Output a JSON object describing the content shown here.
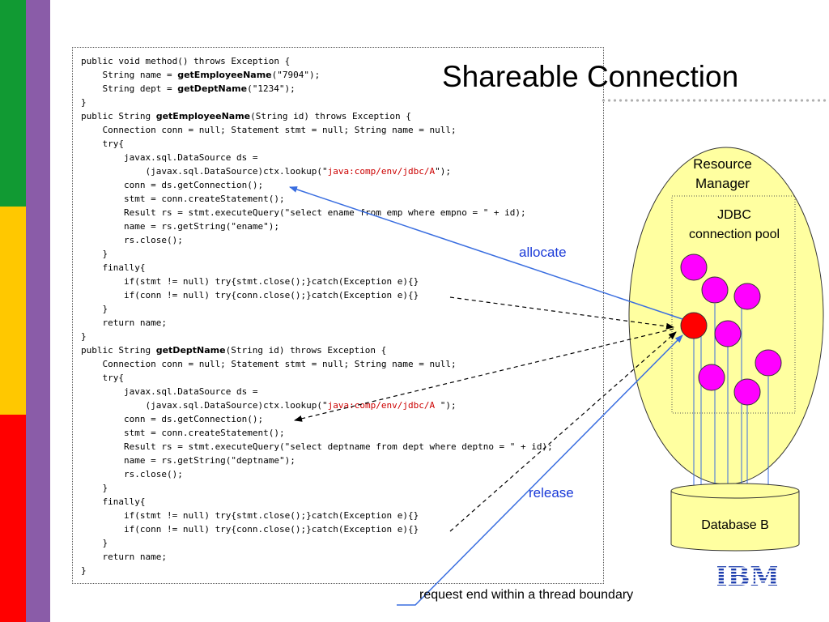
{
  "title": "Shareable Connection",
  "code_lines": [
    [
      {
        "t": "public void method() throws Exception {"
      }
    ],
    [
      {
        "t": "    String name = "
      },
      {
        "t": "getEmployeeName",
        "b": true
      },
      {
        "t": "(\"7904\");"
      }
    ],
    [
      {
        "t": "    String dept = "
      },
      {
        "t": "getDeptName",
        "b": true
      },
      {
        "t": "(\"1234\");"
      }
    ],
    [
      {
        "t": "}"
      }
    ],
    [
      {
        "t": "public String "
      },
      {
        "t": "getEmployeeName",
        "b": true
      },
      {
        "t": "(String id) throws Exception {"
      }
    ],
    [
      {
        "t": "    Connection conn = null; Statement stmt = null; String name = null;"
      }
    ],
    [
      {
        "t": "    try{"
      }
    ],
    [
      {
        "t": "        javax.sql.DataSource ds ="
      }
    ],
    [
      {
        "t": "            (javax.sql.DataSource)ctx.lookup(\""
      },
      {
        "t": "java:comp/env/jdbc/A",
        "c": "str"
      },
      {
        "t": "\");"
      }
    ],
    [
      {
        "t": "        conn = ds.getConnection();"
      }
    ],
    [
      {
        "t": "        stmt = conn.createStatement();"
      }
    ],
    [
      {
        "t": "        Result rs = stmt.executeQuery(\"select ename from emp where empno = \" + id);"
      }
    ],
    [
      {
        "t": "        name = rs.getString(\"ename\");"
      }
    ],
    [
      {
        "t": "        rs.close();"
      }
    ],
    [
      {
        "t": "    }"
      }
    ],
    [
      {
        "t": "    finally{"
      }
    ],
    [
      {
        "t": "        if(stmt != null) try{stmt.close();}catch(Exception e){}"
      }
    ],
    [
      {
        "t": "        if(conn != null) try{conn.close();}catch(Exception e){}"
      }
    ],
    [
      {
        "t": "    }"
      }
    ],
    [
      {
        "t": "    return name;"
      }
    ],
    [
      {
        "t": "}"
      }
    ],
    [
      {
        "t": "public String "
      },
      {
        "t": "getDeptName",
        "b": true
      },
      {
        "t": "(String id) throws Exception {"
      }
    ],
    [
      {
        "t": "    Connection conn = null; Statement stmt = null; String name = null;"
      }
    ],
    [
      {
        "t": "    try{"
      }
    ],
    [
      {
        "t": "        javax.sql.DataSource ds ="
      }
    ],
    [
      {
        "t": "            (javax.sql.DataSource)ctx.lookup(\""
      },
      {
        "t": "java:comp/env/jdbc/A ",
        "c": "str"
      },
      {
        "t": "\");"
      }
    ],
    [
      {
        "t": "        conn = ds.getConnection();"
      }
    ],
    [
      {
        "t": "        stmt = conn.createStatement();"
      }
    ],
    [
      {
        "t": "        Result rs = stmt.executeQuery(\"select deptname from dept where deptno = \" + id);"
      }
    ],
    [
      {
        "t": "        name = rs.getString(\"deptname\");"
      }
    ],
    [
      {
        "t": "        rs.close();"
      }
    ],
    [
      {
        "t": "    }"
      }
    ],
    [
      {
        "t": "    finally{"
      }
    ],
    [
      {
        "t": "        if(stmt != null) try{stmt.close();}catch(Exception e){}"
      }
    ],
    [
      {
        "t": "        if(conn != null) try{conn.close();}catch(Exception e){}"
      }
    ],
    [
      {
        "t": "    }"
      }
    ],
    [
      {
        "t": "    return name;"
      }
    ],
    [
      {
        "t": "}"
      }
    ]
  ],
  "diagram": {
    "resource_manager": [
      "Resource",
      "Manager"
    ],
    "pool": [
      "JDBC",
      "connection pool"
    ],
    "database": "Database B",
    "allocate": "allocate",
    "release": "release",
    "request_end": "request end within a thread boundary",
    "logo_text": "IBM"
  },
  "colors": {
    "bar": [
      "#119a33",
      "#ffc800",
      "#ff0000"
    ],
    "bar_purple": "#8a5ca8",
    "connection": "#ff00ff",
    "active_connection": "#ff0000",
    "resource_manager_fill": "#ffffa0",
    "arrow_blue": "#3a6ee0",
    "logo": "#1f3fae"
  }
}
